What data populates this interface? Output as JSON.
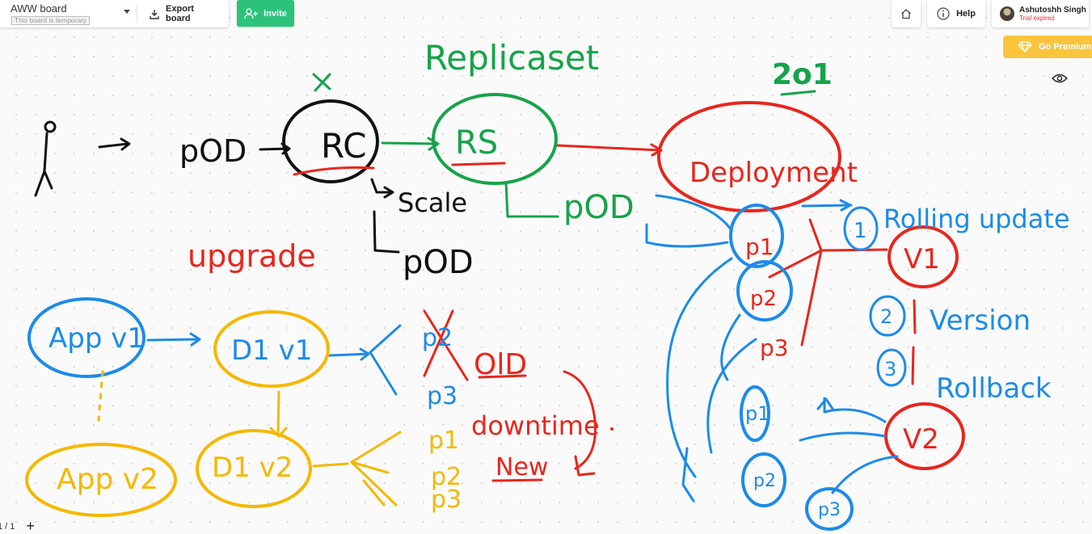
{
  "toolbar": {
    "board_title": "AWW board",
    "board_subtitle": "This board is temporary",
    "export_label": "Export board",
    "invite_label": "Invite",
    "help_label": "Help"
  },
  "user": {
    "name": "Ashutoshh Singh",
    "status": "Trial expired"
  },
  "premium": {
    "label": "Go Premium"
  },
  "footer": {
    "page_indicator": "1 / 1",
    "add_page": "+"
  },
  "colors": {
    "invite_bg": "#2bc27a",
    "premium_bg": "#fbc43d",
    "ink_black": "#111111",
    "ink_green": "#16a34a",
    "ink_red": "#e8261d",
    "ink_blue": "#1d8be8",
    "ink_yellow": "#f5b800"
  },
  "canvas_text": {
    "replicaset": "Replicaset",
    "twenty_one": "2o1",
    "pod_1": "pOD",
    "rc": "RC",
    "scale": "Scale",
    "pod_2": "pOD",
    "rs": "RS",
    "pod_3": "pOD",
    "deployment": "Deployment",
    "rolling_update": "Rolling update",
    "upgrade": "upgrade",
    "app_v1": "App v1",
    "d1_v1": "D1 v1",
    "old": "OlD",
    "downtime": "downtime",
    "new": "New",
    "app_v2": "App v2",
    "d1_v2": "D1 v2",
    "p1_yellow": "p1",
    "p2_yellow": "p2",
    "p3_yellow": "p3",
    "p2_blue": "p2",
    "p3_blue": "p3",
    "p1_red": "p1",
    "p2_red": "p2",
    "p3_red": "p3",
    "v1": "V1",
    "v2": "V2",
    "version": "Version",
    "rollback": "Rollback",
    "n1": "1",
    "n2": "2",
    "n3": "3",
    "p1_blue": "p1",
    "p2_blue_b": "p2",
    "p3_blue_b": "p3"
  }
}
